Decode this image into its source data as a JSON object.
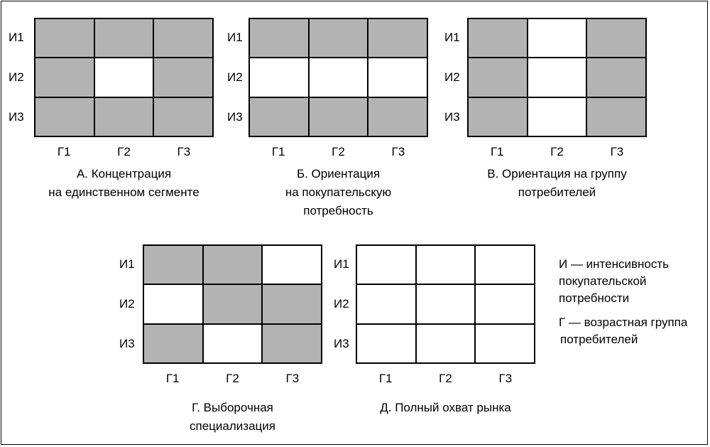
{
  "panels": [
    {
      "rows": [
        "И1",
        "И2",
        "И3"
      ],
      "cols": [
        "Г1",
        "Г2",
        "Г3"
      ],
      "filled": [
        [
          1,
          1,
          1
        ],
        [
          1,
          0,
          1
        ],
        [
          1,
          1,
          1
        ]
      ],
      "caption": [
        "А. Концентрация",
        "на единственном сегменте"
      ]
    },
    {
      "rows": [
        "И1",
        "И2",
        "И3"
      ],
      "cols": [
        "Г1",
        "Г2",
        "Г3"
      ],
      "filled": [
        [
          1,
          1,
          1
        ],
        [
          0,
          0,
          0
        ],
        [
          1,
          1,
          1
        ]
      ],
      "caption": [
        "Б. Ориентация",
        "на покупательскую",
        "потребность"
      ]
    },
    {
      "rows": [
        "И1",
        "И2",
        "И3"
      ],
      "cols": [
        "Г1",
        "Г2",
        "Г3"
      ],
      "filled": [
        [
          1,
          0,
          1
        ],
        [
          1,
          0,
          1
        ],
        [
          1,
          0,
          1
        ]
      ],
      "caption": [
        "В. Ориентация на группу",
        "потребителей"
      ]
    },
    {
      "rows": [
        "И1",
        "И2",
        "И3"
      ],
      "cols": [
        "Г1",
        "Г2",
        "Г3"
      ],
      "filled": [
        [
          1,
          1,
          0
        ],
        [
          0,
          1,
          1
        ],
        [
          1,
          0,
          1
        ]
      ],
      "caption": [
        "Г. Выборочная",
        "специализация"
      ]
    },
    {
      "rows": [
        "И1",
        "И2",
        "И3"
      ],
      "cols": [
        "Г1",
        "Г2",
        "Г3"
      ],
      "filled": [
        [
          0,
          0,
          0
        ],
        [
          0,
          0,
          0
        ],
        [
          0,
          0,
          0
        ]
      ],
      "caption": [
        "Д. Полный охват рынка"
      ]
    }
  ],
  "legend": {
    "i_lines": [
      "И — интенсивность",
      "покупательской",
      "потребности"
    ],
    "g_lines": [
      "Г — возрастная группа",
      "потребителей"
    ]
  },
  "colors": {
    "filled": "#b3b3b3",
    "empty": "#ffffff",
    "border": "#000000"
  }
}
